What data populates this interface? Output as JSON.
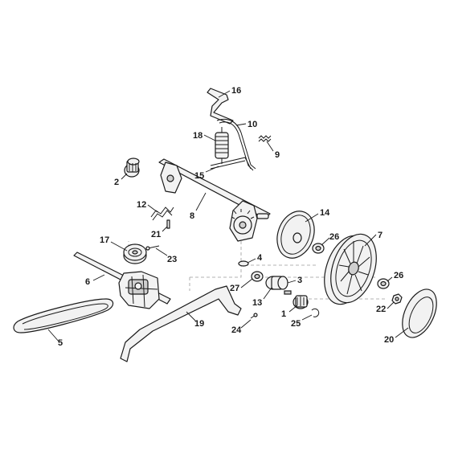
{
  "callouts": [
    {
      "id": "p16",
      "label": "16"
    },
    {
      "id": "p10",
      "label": "10"
    },
    {
      "id": "p18",
      "label": "18"
    },
    {
      "id": "p9",
      "label": "9"
    },
    {
      "id": "p15",
      "label": "15"
    },
    {
      "id": "p2",
      "label": "2"
    },
    {
      "id": "p12",
      "label": "12"
    },
    {
      "id": "p8",
      "label": "8"
    },
    {
      "id": "p21",
      "label": "21"
    },
    {
      "id": "p14",
      "label": "14"
    },
    {
      "id": "p7",
      "label": "7"
    },
    {
      "id": "p26a",
      "label": "26"
    },
    {
      "id": "p17",
      "label": "17"
    },
    {
      "id": "p23",
      "label": "23"
    },
    {
      "id": "p4",
      "label": "4"
    },
    {
      "id": "p6",
      "label": "6"
    },
    {
      "id": "p27",
      "label": "27"
    },
    {
      "id": "p3",
      "label": "3"
    },
    {
      "id": "p13",
      "label": "13"
    },
    {
      "id": "p26b",
      "label": "26"
    },
    {
      "id": "p1",
      "label": "1"
    },
    {
      "id": "p22",
      "label": "22"
    },
    {
      "id": "p19",
      "label": "19"
    },
    {
      "id": "p25",
      "label": "25"
    },
    {
      "id": "p24",
      "label": "24"
    },
    {
      "id": "p5",
      "label": "5"
    },
    {
      "id": "p20",
      "label": "20"
    }
  ]
}
